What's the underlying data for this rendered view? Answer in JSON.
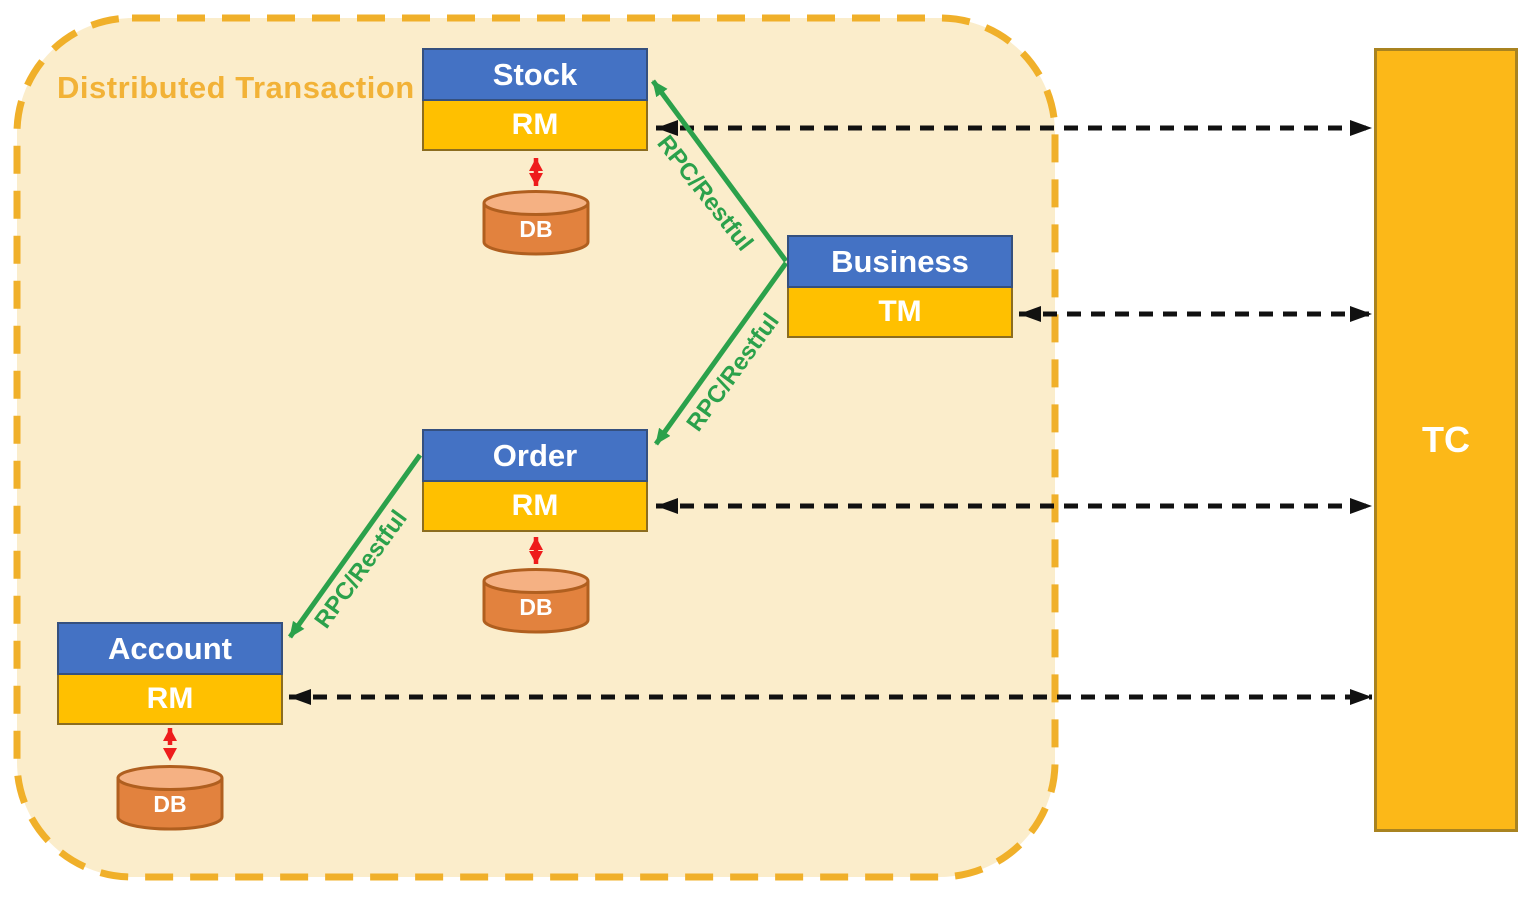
{
  "frame": {
    "label": "Distributed Transaction"
  },
  "nodes": {
    "stock": {
      "title": "Stock",
      "role": "RM",
      "db_label": "DB"
    },
    "business": {
      "title": "Business",
      "role": "TM"
    },
    "order": {
      "title": "Order",
      "role": "RM",
      "db_label": "DB"
    },
    "account": {
      "title": "Account",
      "role": "RM",
      "db_label": "DB"
    },
    "tc": {
      "title": "TC"
    }
  },
  "edges": {
    "business_to_stock": {
      "label": "RPC/Restful",
      "type": "rpc-call"
    },
    "business_to_order": {
      "label": "RPC/Restful",
      "type": "rpc-call"
    },
    "order_to_account": {
      "label": "RPC/Restful",
      "type": "rpc-call"
    },
    "stock_rm_to_tc": {
      "type": "coordination"
    },
    "business_tm_to_tc": {
      "type": "coordination"
    },
    "order_rm_to_tc": {
      "type": "coordination"
    },
    "account_rm_to_tc": {
      "type": "coordination"
    },
    "stock_rm_to_db": {
      "type": "db-access"
    },
    "order_rm_to_db": {
      "type": "db-access"
    },
    "account_rm_to_db": {
      "type": "db-access"
    }
  },
  "colors": {
    "service_header_blue": "#4472C4",
    "rm_tm_gold": "#FFC000",
    "tc_fill": "#FCB818",
    "frame_fill": "#FBEDCB",
    "frame_border_gold": "#F0B02A",
    "rpc_green": "#2BA14B",
    "db_link_red": "#EE1C1C",
    "coordination_black": "#111111",
    "db_body_orange": "#E2823E",
    "db_top_orange": "#F5B183"
  }
}
